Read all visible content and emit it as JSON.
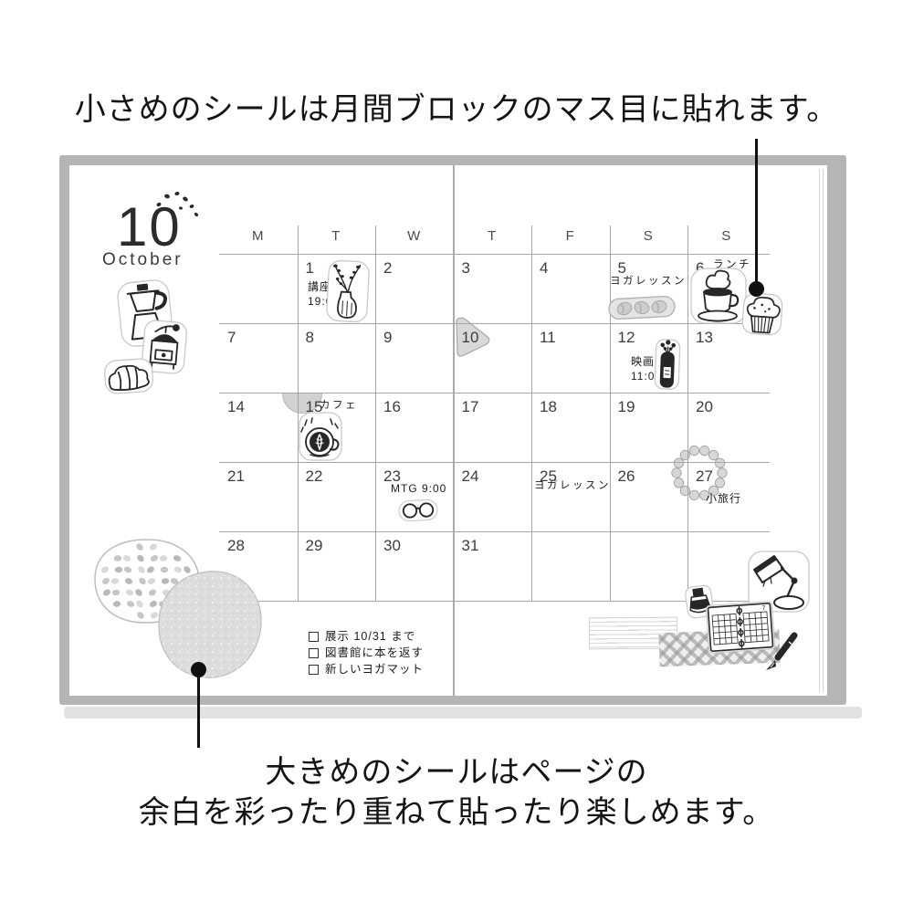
{
  "captions": {
    "top": "小さめのシールは月間ブロックのマス目に貼れます。",
    "bottom_line1": "大きめのシールはページの",
    "bottom_line2": "余白を彩ったり重ねて貼ったり楽しめます。"
  },
  "month": {
    "number": "10",
    "name": "October"
  },
  "calendar": {
    "weekdays": [
      "M",
      "T",
      "W",
      "T",
      "F",
      "S",
      "S"
    ],
    "weeks": [
      [
        "",
        "1",
        "2",
        "3",
        "4",
        "5",
        "6"
      ],
      [
        "7",
        "8",
        "9",
        "10",
        "11",
        "12",
        "13"
      ],
      [
        "14",
        "15",
        "16",
        "17",
        "18",
        "19",
        "20"
      ],
      [
        "21",
        "22",
        "23",
        "24",
        "25",
        "26",
        "27"
      ],
      [
        "28",
        "29",
        "30",
        "31",
        "",
        "",
        ""
      ]
    ]
  },
  "entries": {
    "day1_label": "講座",
    "day1_time": "19:00",
    "day5_label": "ヨガレッスン",
    "day6_label": "ランチ",
    "day12_label": "映画",
    "day12_time": "11:00",
    "day15_label": "カフェ",
    "day23_label": "MTG 9:00",
    "day25_label": "ヨガレッスン",
    "day27_label": "小旅行"
  },
  "checklist": {
    "items": [
      "展示 10/31 まで",
      "図書館に本を返す",
      "新しいヨガマット"
    ]
  },
  "sticker_text": {
    "planner_corner": "7"
  },
  "stickers": [
    "moka-pot",
    "coffee-grinder",
    "croissant",
    "flower-vase",
    "yoga-mat",
    "coffee-cup-saucer",
    "muffin",
    "grey-triangle",
    "grey-half-circle",
    "latte-art-cup",
    "flower-bottle",
    "glasses",
    "bead-wreath",
    "dotted-circle",
    "speckled-circle",
    "lined-washi-tape",
    "gingham-washi-tape",
    "ink-bottle",
    "open-planner",
    "desk-lamp",
    "fountain-pen"
  ],
  "colors": {
    "ink": "#222222",
    "grid_line": "#a6a6a6",
    "sticker_grey": "#d6d6d6",
    "cover_grey": "#b5b5b5",
    "shadow_grey": "#e2e2e2"
  }
}
